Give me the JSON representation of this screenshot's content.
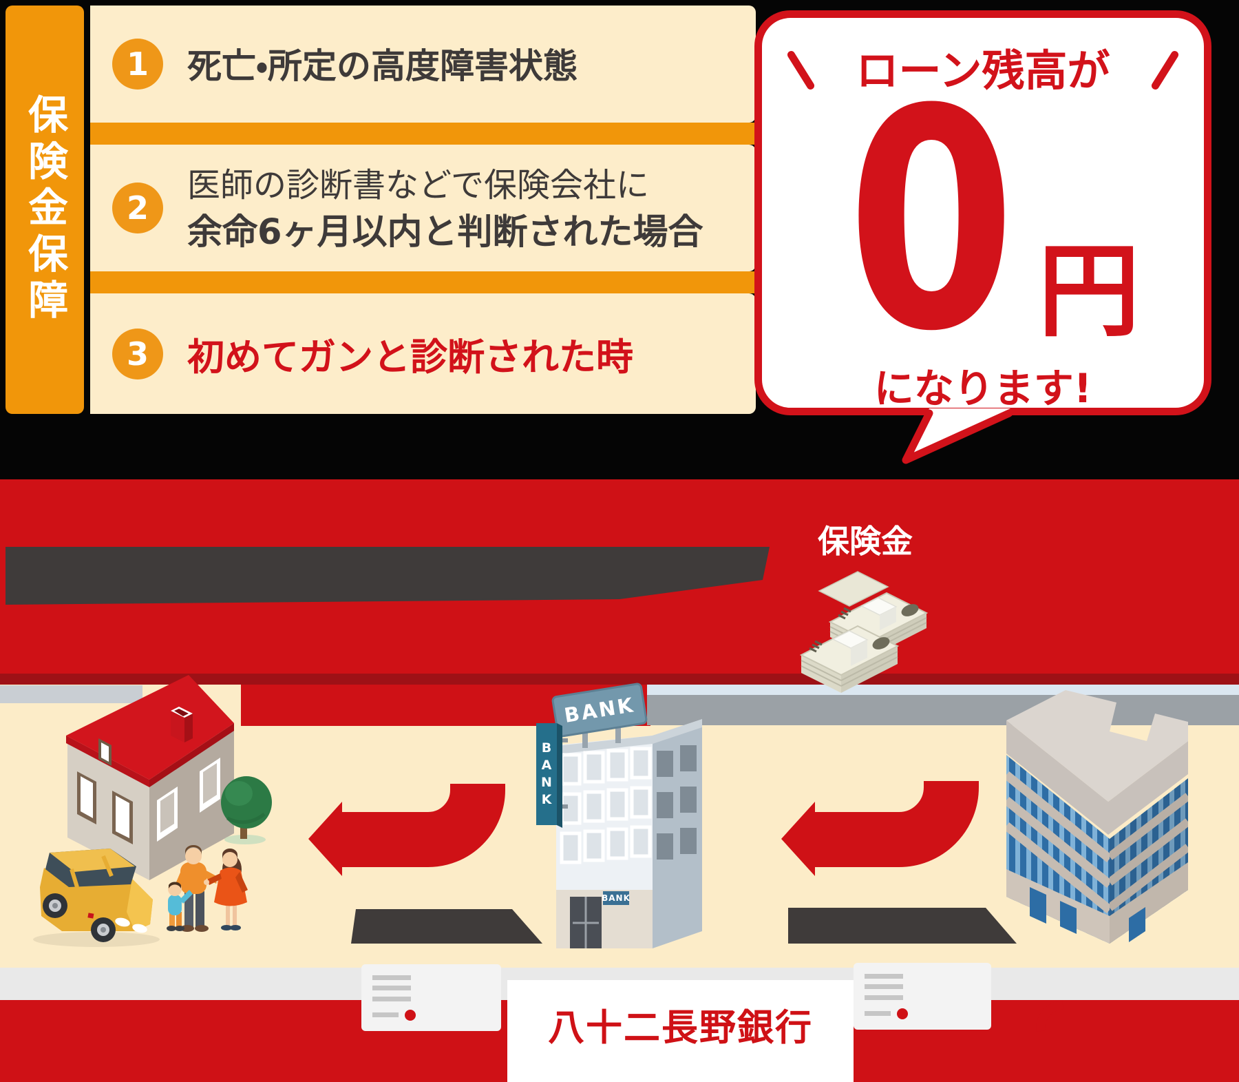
{
  "title_bar": {
    "label": "保険金保障"
  },
  "benefit_items": [
    {
      "number": "1",
      "text": "死亡・所定の高度障害状態"
    },
    {
      "number": "2",
      "line1": "医師の診断書などで保険会社に",
      "line2": "余命6ヶ月以内と判断された場合"
    },
    {
      "number": "3",
      "text": "初めてガンと診断された時"
    }
  ],
  "bubble": {
    "lead": "ローン残高が",
    "amount": "0",
    "currency": "円",
    "result": "になります!"
  },
  "flow": {
    "payout_label": "保険金",
    "bank_sign": "BANK",
    "bank_name": "八十二長野銀行"
  },
  "colors": {
    "accent_red": "#d2121a",
    "band_red": "#cf1116",
    "orange": "#f1960a",
    "cream_box": "#fdedca",
    "ground_cream": "#fcecc8",
    "charcoal": "#3e3a39"
  }
}
